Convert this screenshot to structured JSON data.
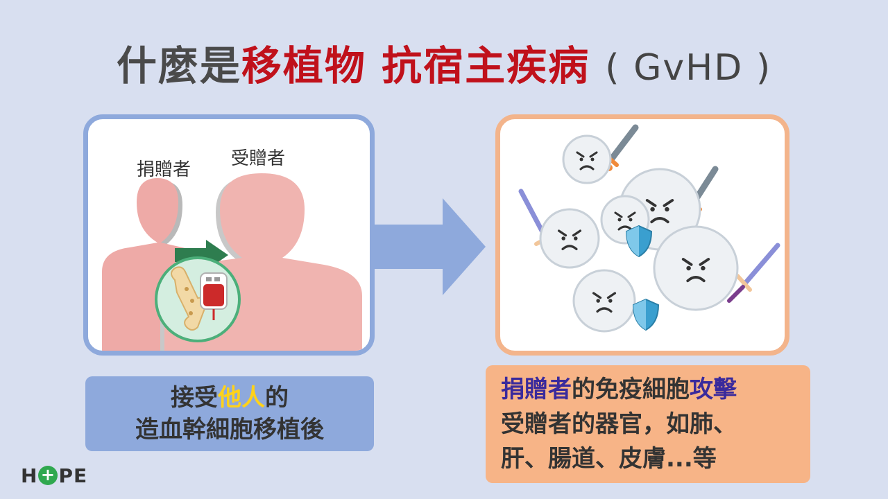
{
  "title": {
    "part1": "什麼是",
    "part2": "移植物 抗宿主疾病",
    "part3": "( GvHD )"
  },
  "left_panel": {
    "donor_label": "捐贈者",
    "recipient_label": "受贈者"
  },
  "left_caption": {
    "line1_a": "接受",
    "line1_highlight": "他人",
    "line1_b": "的",
    "line2": "造血幹細胞移植後"
  },
  "right_caption": {
    "line1_highlight1": "捐贈者",
    "line1_mid": "的免疫細胞",
    "line1_highlight2": "攻擊",
    "line2": "受贈者的器官，如肺、",
    "line3": "肝、腸道、皮膚...等"
  },
  "logo": {
    "prefix": "H",
    "plus": "+",
    "suffix": "PE"
  },
  "colors": {
    "background": "#d8dff0",
    "title_red": "#c0111b",
    "highlight_yellow": "#ffd21a",
    "highlight_purple": "#3a2a9c",
    "left_accent": "#8ea9dc",
    "right_accent": "#f3b48b"
  }
}
